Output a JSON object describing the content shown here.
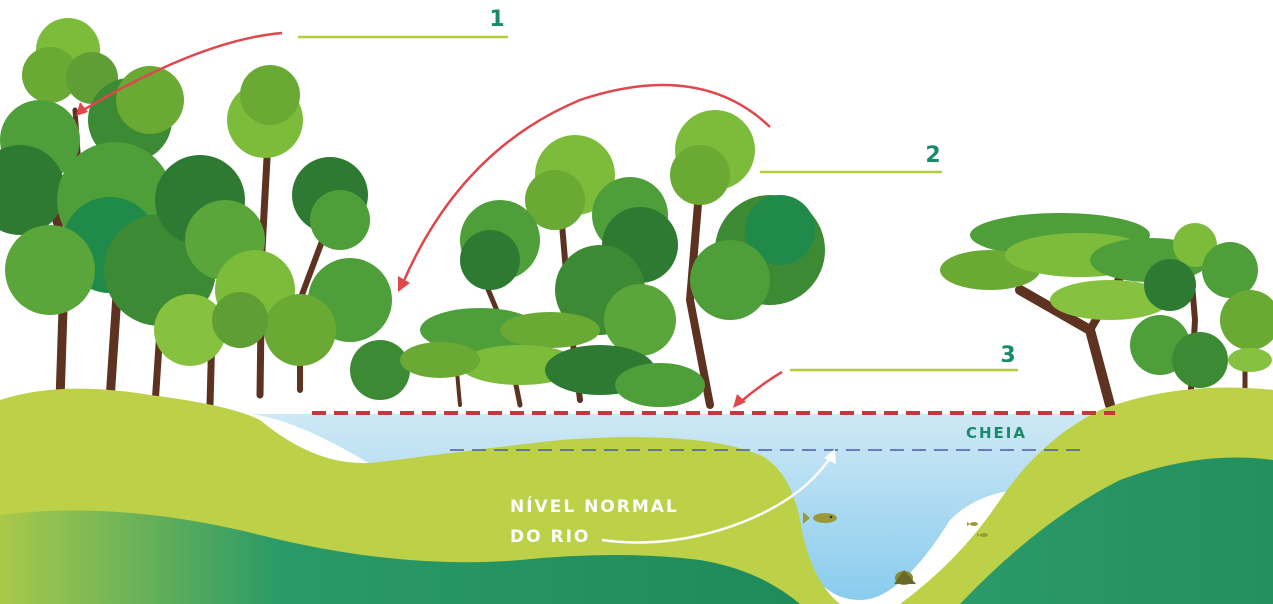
{
  "callouts": [
    {
      "number": "1"
    },
    {
      "number": "2"
    },
    {
      "number": "3"
    }
  ],
  "labels": {
    "flood": "CHEIA",
    "normal_line1": "NÍVEL NORMAL",
    "normal_line2": "DO RIO"
  },
  "colors": {
    "sky": "#ffffff",
    "light_ground": "#bcd048",
    "dark_ground": "#2a9a68",
    "water": "#a8d8f0",
    "flood_line": "#c0393b",
    "normal_line": "#4a5aa8",
    "callout_line": "#b5cc3c",
    "callout_number": "#1a8a6a",
    "arrow": "#e0474c",
    "tree_dark": "#2e7a32",
    "tree_mid": "#4e9e3a",
    "tree_light": "#7cbc3a",
    "trunk": "#6a3a22"
  },
  "icons": [
    "fish-icon",
    "tree-icon",
    "arrow-icon"
  ]
}
